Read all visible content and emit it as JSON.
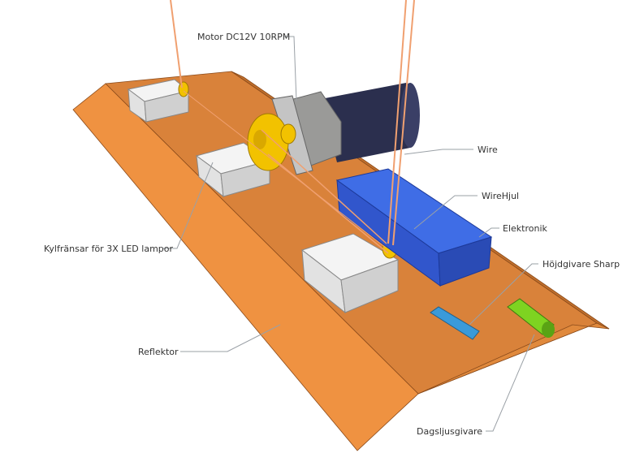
{
  "labels": {
    "motor": "Motor DC12V 10RPM",
    "wire": "Wire",
    "wirehjul": "WireHjul",
    "elektronik": "Elektronik",
    "hojdgivare": "Höjdgivare Sharp",
    "kylflansar": "Kylfränsar för 3X LED lampor",
    "reflektor": "Reflektor",
    "dagsljus": "Dagsljusgivare"
  },
  "colors": {
    "reflector_top": "#d9823a",
    "reflector_front": "#ef9241",
    "electronics": "#3a63dd",
    "motor": "#2b2f4e",
    "pulley": "#f2c200",
    "wire": "#f0a070",
    "sensor_green": "#7ed321",
    "sensor_blue": "#3a9ad9"
  }
}
